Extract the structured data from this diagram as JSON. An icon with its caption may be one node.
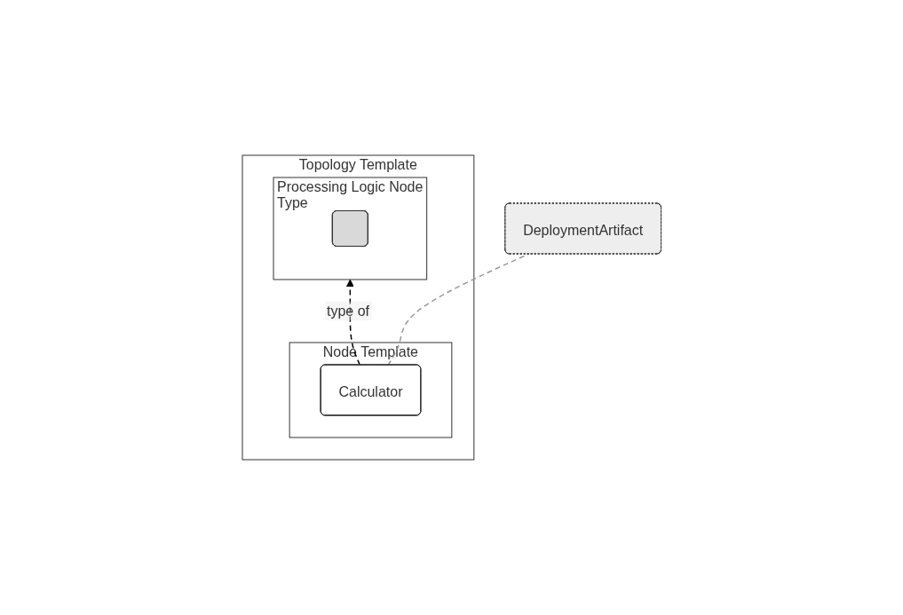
{
  "diagram": {
    "nodes": [
      {
        "text": [
          "Topology Template"
        ]
      },
      {
        "text": [
          "Processing Logic Node Type"
        ],
        "in": 0
      },
      {
        "text": [],
        "shape": "box",
        "in": 1
      },
      {
        "text": [
          "Node Template"
        ],
        "in": 0
      },
      {
        "text": [
          "Calculator"
        ],
        "in": 3
      },
      {
        "text": [
          "DeploymentArtifact"
        ]
      }
    ],
    "edges": [
      {
        "from": 4,
        "to": 1,
        "arrow": "to",
        "label": "type of",
        "style": "dashed"
      },
      {
        "from": 4,
        "to": 5,
        "arrow": "none",
        "style": "dashed",
        "color": "#999999"
      }
    ]
  }
}
